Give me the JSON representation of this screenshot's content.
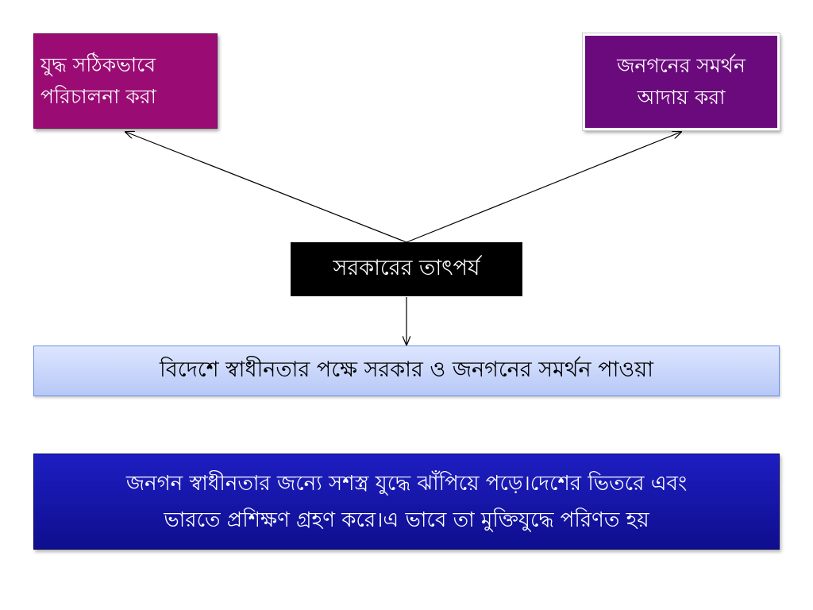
{
  "diagram": {
    "top_left": {
      "line1": "যুদ্ধ সঠিকভাবে",
      "line2": "পরিচালনা করা"
    },
    "top_right": {
      "line1": "জনগনের সমর্থন",
      "line2": "আদায় করা"
    },
    "center": "সরকারের তাৎপর্য",
    "middle": "বিদেশে স্বাধীনতার পক্ষে সরকার ও জনগনের সমর্থন পাওয়া",
    "bottom": {
      "line1": "জনগন স্বাধীনতার জন্যে সশস্ত্র যুদ্ধে ঝাঁপিয়ে পড়ে।দেশের ভিতরে এবং",
      "line2": "ভারতে প্রশিক্ষণ গ্রহণ করে।এ ভাবে তা মুক্তিযুদ্ধে পরিণত হয়"
    },
    "colors": {
      "top_left_fill": "#9a0c73",
      "top_right_fill": "#6b0a7d",
      "center_fill": "#000000",
      "middle_fill": "#c8d6fb",
      "bottom_fill": "#1414a8"
    }
  }
}
